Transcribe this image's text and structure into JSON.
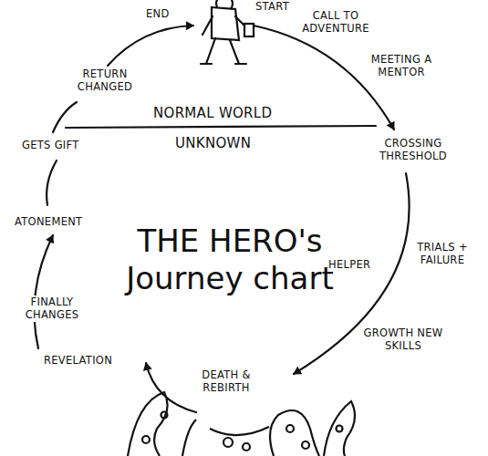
{
  "diagram": {
    "title": "THE HERO's Journey chart",
    "labels": [
      "START",
      "END",
      "CALL TO ADVENTURE",
      "MEETING A MENTOR",
      "RETURN CHANGED",
      "NORMAL WORLD",
      "UNKNOWN",
      "GETS GIFT",
      "CROSSING THRESHOLD",
      "ATONEMENT",
      "HELPER",
      "TRIALS + FAILURE",
      "FINALLY CHANGES",
      "GROWTH NEW SKILLS",
      "REVELATION",
      "DEATH & REBIRTH"
    ]
  }
}
